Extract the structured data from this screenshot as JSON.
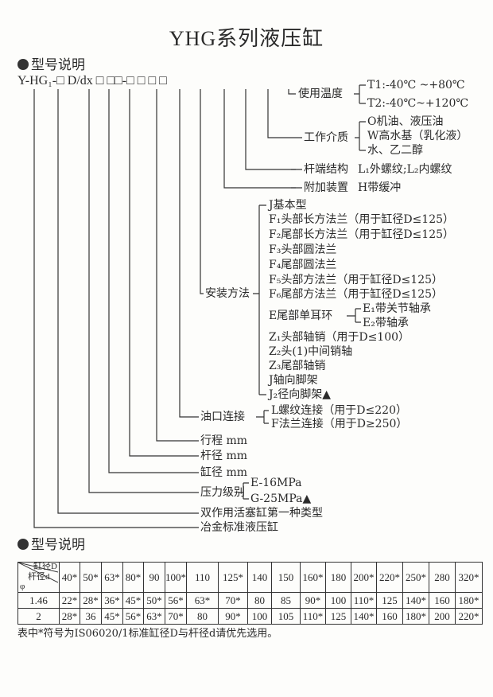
{
  "title": "YHG系列液压缸",
  "section1": "型号说明",
  "section2": "型号说明",
  "model_code": "Y-HG₁-□ D/dx □ □□-□ □ □ □",
  "branches": {
    "temperature": {
      "label": "使用温度",
      "options": [
        "T1:-40℃ ~+80℃",
        "T2:-40℃~+120℃"
      ]
    },
    "medium": {
      "label": "工作介质",
      "options": [
        "O机油、液压油",
        "W高水基（乳化液）",
        "水、乙二醇"
      ]
    },
    "rod_end": {
      "label": "杆端结构",
      "value": "L₁外螺纹;L₂内螺纹"
    },
    "accessory": {
      "label": "附加装置",
      "value": "H带缓冲"
    },
    "mounting": {
      "label": "安装方法",
      "options": [
        "J基本型",
        "F₁头部长方法兰（用于缸径D≤125）",
        "F₂尾部长方法兰（用于缸径D≤125）",
        "F₃头部圆法兰",
        "F₄尾部圆法兰",
        "F₅头部方法兰（用于缸径D≤125）",
        "F₆尾部方法兰（用于缸径D≤125）",
        "E尾部单耳环",
        "Z₁头部轴销（用于D≤100）",
        "Z₂头(1)中间销轴",
        "Z₃尾部轴销",
        "J轴向脚架",
        "J₂径向脚架▲"
      ],
      "ear_options": [
        "E₁带关节轴承",
        "E₂带轴承"
      ]
    },
    "port": {
      "label": "油口连接",
      "options": [
        "L螺纹连接（用于D≤220）",
        "F法兰连接（用于D≥250）"
      ]
    },
    "stroke": "行程 mm",
    "rod_dia": "杆径 mm",
    "bore": "缸径 mm",
    "pressure": {
      "label": "压力级别",
      "options": [
        "E-16MPa",
        "G-25MPa▲"
      ]
    },
    "type": "双作用活塞缸第一种类型",
    "standard": "冶金标准液压缸"
  },
  "table": {
    "corner": {
      "top": "缸径D",
      "mid": "杆径d",
      "bottom": "φ"
    },
    "header": [
      "40*",
      "50*",
      "63*",
      "80*",
      "90",
      "100*",
      "110",
      "125*",
      "140",
      "150",
      "160*",
      "180",
      "200*",
      "220*",
      "250*",
      "280",
      "320*"
    ],
    "rows": [
      {
        "phi": "1.46",
        "values": [
          "22*",
          "28*",
          "36*",
          "45*",
          "50*",
          "56*",
          "63*",
          "70*",
          "80",
          "85",
          "90*",
          "100",
          "110*",
          "125",
          "140*",
          "160",
          "180*"
        ]
      },
      {
        "phi": "2",
        "values": [
          "28*",
          "36",
          "45*",
          "56*",
          "63*",
          "70*",
          "80",
          "90*",
          "100",
          "105",
          "110*",
          "125",
          "140*",
          "160",
          "180*",
          "200",
          "220*"
        ]
      }
    ]
  },
  "note": "表中*符号为IS06020/1标准缸径D与杆径d请优先选用。"
}
